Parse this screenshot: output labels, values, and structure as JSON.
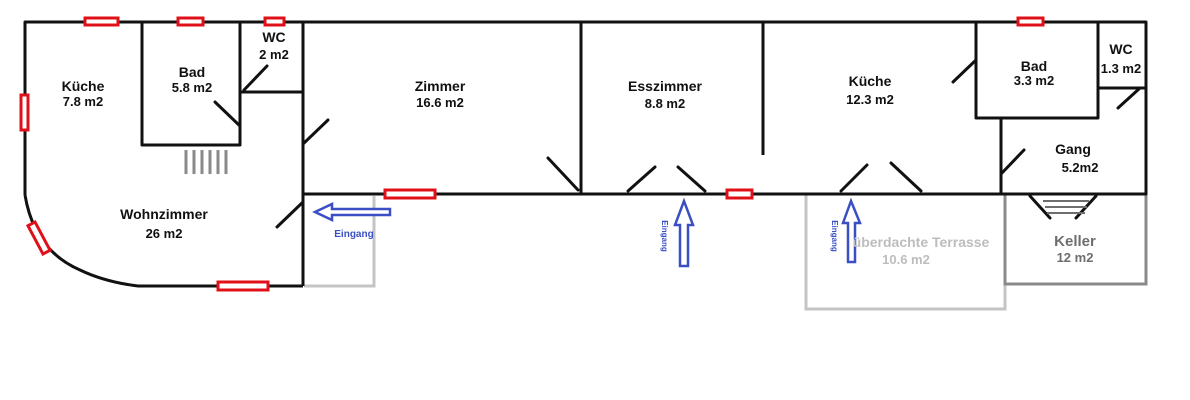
{
  "rooms": {
    "kueche_left": {
      "name": "Küche",
      "area": "7.8 m2"
    },
    "bad_left": {
      "name": "Bad",
      "area": "5.8 m2"
    },
    "wc_left": {
      "name": "WC",
      "area": "2 m2"
    },
    "wohnzimmer": {
      "name": "Wohnzimmer",
      "area": "26 m2"
    },
    "zimmer": {
      "name": "Zimmer",
      "area": "16.6 m2"
    },
    "esszimmer": {
      "name": "Esszimmer",
      "area": "8.8 m2"
    },
    "kueche_right": {
      "name": "Küche",
      "area": "12.3 m2"
    },
    "bad_right": {
      "name": "Bad",
      "area": "3.3 m2"
    },
    "wc_right": {
      "name": "WC",
      "area": "1.3 m2"
    },
    "gang": {
      "name": "Gang",
      "area": "5.2m2"
    },
    "terrasse": {
      "name": "überdachte Terrasse",
      "area": "10.6 m2"
    },
    "keller": {
      "name": "Keller",
      "area": "12 m2"
    }
  },
  "entrances": {
    "left": "Eingang",
    "middle": "Eingang",
    "right": "Eingang"
  },
  "colors": {
    "wall": "#111111",
    "window": "#e0101a",
    "arrow": "#3a4fc4",
    "terrace_outline": "#c4c4c4",
    "cellar_outline": "#8a8a8a"
  }
}
